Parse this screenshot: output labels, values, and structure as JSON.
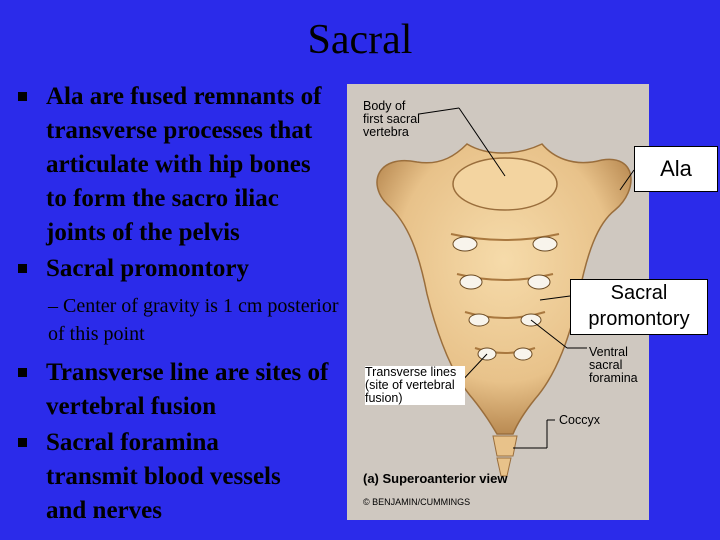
{
  "title": "Sacral",
  "bullets": [
    {
      "text": "Ala are fused remnants of transverse processes that articulate with hip bones to form the sacro iliac joints of the pelvis"
    },
    {
      "text": "Sacral promontory"
    },
    {
      "text": "Transverse line are sites of vertebral fusion"
    },
    {
      "text": "Sacral foramina transmit blood vessels and nerves"
    }
  ],
  "sub_bullet": "– Center of gravity is 1 cm posterior of  this point",
  "figure": {
    "label_body": "Body of first sacral vertebra",
    "label_transverse": "Transverse lines (site of vertebral fusion)",
    "label_ventral": "Ventral sacral foramina",
    "label_coccyx": "Coccyx",
    "view_caption": "(a)  Superoanterior view",
    "copyright": "© BENJAMIN/CUMMINGS"
  },
  "callouts": {
    "ala": "Ala",
    "promontory": "Sacral promontory"
  },
  "colors": {
    "background": "#2b2bea",
    "bone": "#e8c28a",
    "panel": "#cfc8c0"
  }
}
